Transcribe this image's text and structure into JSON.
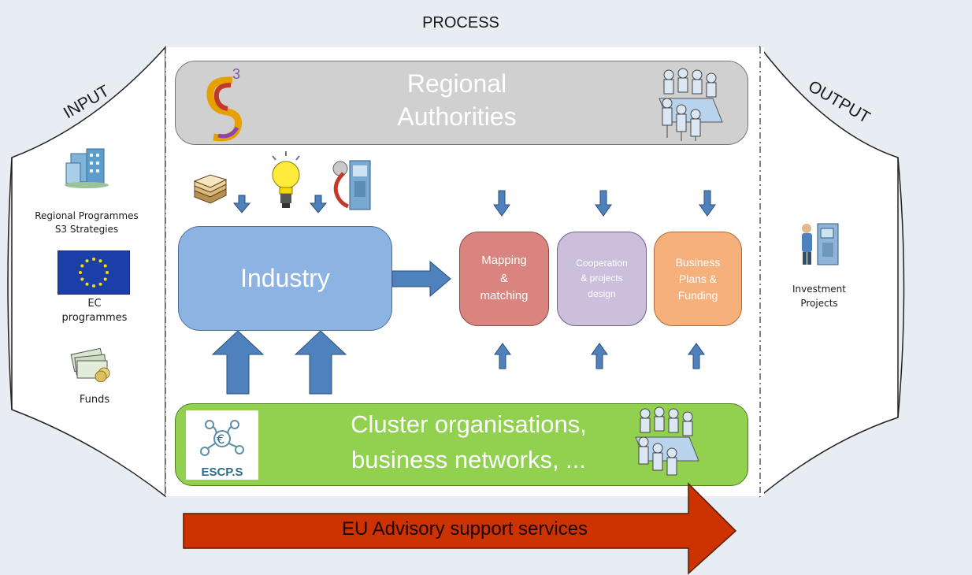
{
  "process": {
    "title": "PROCESS"
  },
  "input": {
    "title": "INPUT",
    "items": [
      {
        "label": "Regional Programmes\nS3 Strategies",
        "icon": "building-icon"
      },
      {
        "label": "EC\nprogrammes",
        "icon": "eu-flag-icon"
      },
      {
        "label": "Funds",
        "icon": "money-icon"
      }
    ]
  },
  "output": {
    "title": "OUTPUT",
    "items": [
      {
        "label": "Investment\nProjects",
        "icon": "atm-person-icon"
      }
    ]
  },
  "regional_authorities": {
    "label": "Regional\nAuthorities",
    "logo_text": "3"
  },
  "industry": {
    "label": "Industry"
  },
  "steps": [
    {
      "label": "Mapping\n&\nmatching",
      "color": "#d9847e"
    },
    {
      "label": "Cooperation\n& projects\ndesign",
      "color": "#cbbfdc"
    },
    {
      "label": "Business\nPlans &\nFunding",
      "color": "#f6b07c"
    }
  ],
  "clusters": {
    "label": "Cluster organisations,\nbusiness networks, ...",
    "logo_text": "ESCP.S"
  },
  "advisory": {
    "label": "EU Advisory support services",
    "color": "#cc3300"
  },
  "colors": {
    "industry": "#8db3e2",
    "clusters": "#92d050",
    "authorities": "#d0d0d0",
    "arrow": "#4f81bd"
  }
}
